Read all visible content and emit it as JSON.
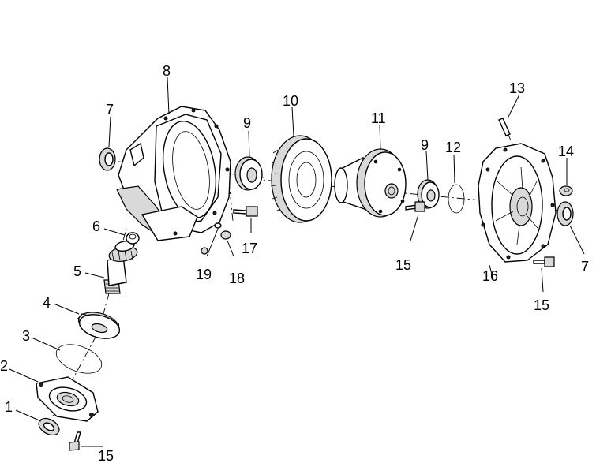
{
  "diagram": {
    "callouts": [
      {
        "id": "1",
        "label": "1"
      },
      {
        "id": "2",
        "label": "2"
      },
      {
        "id": "3",
        "label": "3"
      },
      {
        "id": "4",
        "label": "4"
      },
      {
        "id": "5",
        "label": "5"
      },
      {
        "id": "6",
        "label": "6"
      },
      {
        "id": "7a",
        "label": "7"
      },
      {
        "id": "7b",
        "label": "7"
      },
      {
        "id": "8",
        "label": "8"
      },
      {
        "id": "9a",
        "label": "9"
      },
      {
        "id": "9b",
        "label": "9"
      },
      {
        "id": "10",
        "label": "10"
      },
      {
        "id": "11",
        "label": "11"
      },
      {
        "id": "12",
        "label": "12"
      },
      {
        "id": "13",
        "label": "13"
      },
      {
        "id": "14",
        "label": "14"
      },
      {
        "id": "15a",
        "label": "15"
      },
      {
        "id": "15b",
        "label": "15"
      },
      {
        "id": "15c",
        "label": "15"
      },
      {
        "id": "16",
        "label": "16"
      },
      {
        "id": "17",
        "label": "17"
      },
      {
        "id": "18",
        "label": "18"
      },
      {
        "id": "19",
        "label": "19"
      }
    ]
  }
}
